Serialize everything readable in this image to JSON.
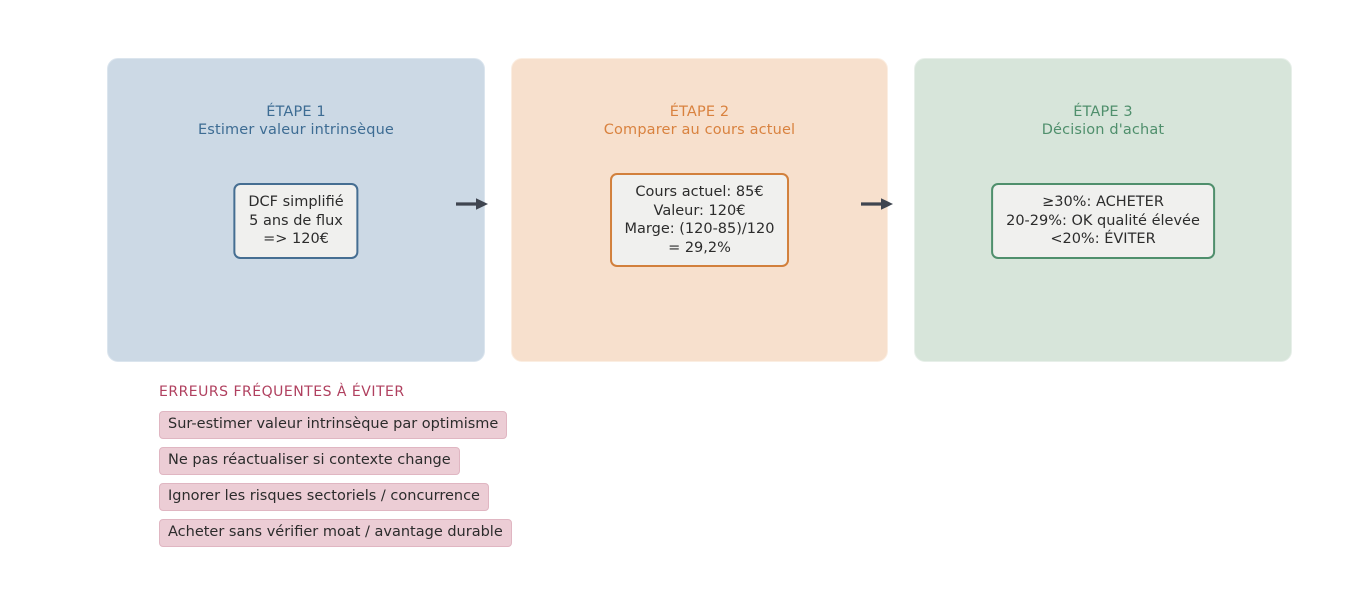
{
  "steps": [
    {
      "step_label": "ÉTAPE 1",
      "step_subtitle": "Estimer valeur intrinsèque",
      "accent": "#3d6c93",
      "panel_bg": "#ccd9e5",
      "box_lines": [
        "DCF simplifié",
        "5 ans de flux",
        "=> 120€"
      ]
    },
    {
      "step_label": "ÉTAPE 2",
      "step_subtitle": "Comparer au cours actuel",
      "accent": "#d9823f",
      "panel_bg": "#f7e0cd",
      "box_lines": [
        "Cours actuel: 85€",
        "Valeur: 120€",
        "Marge: (120-85)/120",
        "= 29,2%"
      ]
    },
    {
      "step_label": "ÉTAPE 3",
      "step_subtitle": "Décision d'achat",
      "accent": "#4f8f6c",
      "panel_bg": "#d7e5da",
      "box_lines": [
        "≥30%: ACHETER",
        "20-29%: OK qualité élevée",
        "<20%: ÉVITER"
      ]
    }
  ],
  "connectors": [
    {
      "icon": "arrow-right-icon"
    },
    {
      "icon": "arrow-right-icon"
    }
  ],
  "errors": {
    "title": "ERREURS FRÉQUENTES À ÉVITER",
    "title_color": "#b0405f",
    "tag_bg": "#eccdd5",
    "items": [
      "Sur-estimer valeur intrinsèque par optimisme",
      "Ne pas réactualiser si contexte change",
      "Ignorer les risques sectoriels / concurrence",
      "Acheter sans vérifier moat / avantage durable"
    ]
  }
}
